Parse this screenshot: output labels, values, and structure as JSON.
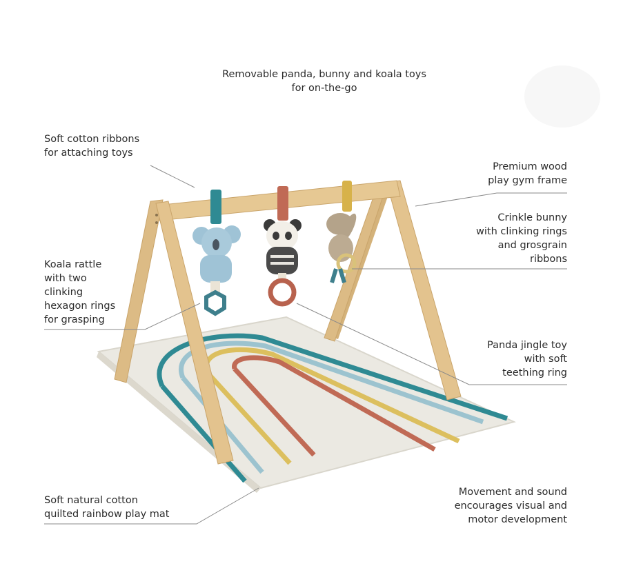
{
  "labels": {
    "top": [
      "Removable panda, bunny and koala toys",
      "for on-the-go"
    ],
    "ribbons": [
      "Soft cotton ribbons",
      "for attaching toys"
    ],
    "frame": [
      "Premium wood",
      "play gym frame"
    ],
    "bunny": [
      "Crinkle bunny",
      "with clinking rings",
      "and grosgrain",
      "ribbons"
    ],
    "koala": [
      "Koala rattle",
      "with two",
      "clinking",
      "hexagon rings",
      "for grasping"
    ],
    "panda": [
      "Panda jingle toy",
      "with soft",
      "teething ring"
    ],
    "mat": [
      "Soft natural cotton",
      "quilted rainbow play mat"
    ],
    "movement": [
      "Movement and sound",
      "encourages visual and",
      "motor development"
    ]
  },
  "colors": {
    "wood": "#e3c38e",
    "wood_dark": "#c9a46a",
    "mat": "#ecebe6",
    "rainbow_teal": "#2f8a93",
    "rainbow_lightblue": "#9cc3cf",
    "rainbow_yellow": "#dcbf5e",
    "rainbow_rust": "#c06a55",
    "koala_body": "#9fc3d6",
    "hex_ring": "#3e7f8c",
    "teething_ring": "#b8624e",
    "bunny_body": "#b4a38a",
    "leader_line": "#8a8a8a"
  },
  "icons": {
    "koala": "koala-toy-icon",
    "panda": "panda-toy-icon",
    "bunny": "bunny-toy-icon"
  }
}
